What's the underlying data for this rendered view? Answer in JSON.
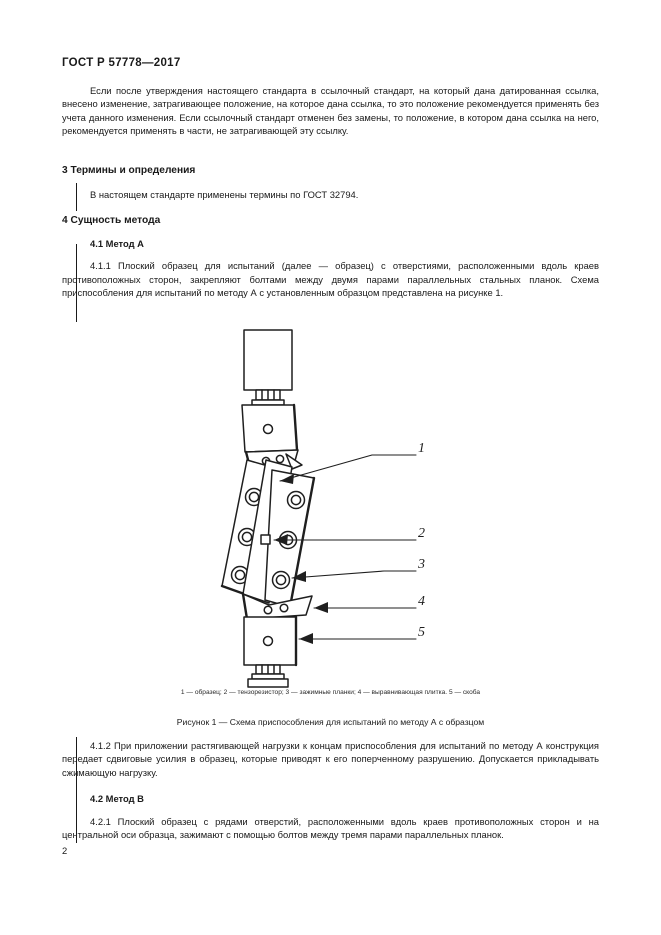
{
  "document": {
    "standard_header": "ГОСТ Р 57778—2017",
    "page_number": "2"
  },
  "intro_paragraph": "Если после утверждения настоящего стандарта в ссылочный стандарт, на который дана датированная ссылка, внесено изменение, затрагивающее положение, на которое дана ссылка, то это положение рекомендуется приме­нять без учета данного изменения. Если ссылочный стандарт отменен без замены, то положение, в котором дана ссылка на него, рекомендуется применять в части, не затрагивающей эту ссылку.",
  "section_3": {
    "heading": "3 Термины и определения",
    "paragraph": "В настоящем стандарте применены термины по ГОСТ 32794."
  },
  "section_4": {
    "heading": "4 Сущность метода",
    "method_a": {
      "heading": "4.1 Метод А",
      "clause_411": "4.1.1 Плоский образец для испытаний (далее — образец) с отверстиями, расположенными вдоль краев противоположных сторон, закрепляют болтами между двумя парами параллельных стальных планок. Схема приспособления для испытаний по методу А с установленным образцом представлена на рисунке 1.",
      "clause_412": "4.1.2 При приложении растягивающей нагрузки к концам приспособления для испытаний по ме­тоду А конструкция передает сдвиговые усилия в образец, которые приводят к его поперченному раз­рушению. Допускается прикладывать сжимающую нагрузку."
    },
    "method_b": {
      "heading": "4.2 Метод В",
      "clause_421": "4.2.1 Плоский образец с рядами отверстий, расположенными вдоль краев противоположных сторон и на центральной оси образца, зажимают с помощью болтов между тремя парами параллельных планок."
    }
  },
  "figure_1": {
    "legend": "1 — образец; 2 — тензорезистор; 3 — зажимные планки; 4 — выравнивающая плитка. 5 — скоба",
    "caption": "Рисунок 1 — Схема приспособления для испытаний по методу А с образцом",
    "callouts": [
      {
        "number": "1",
        "target": "образец"
      },
      {
        "number": "2",
        "target": "тензорезистор"
      },
      {
        "number": "3",
        "target": "зажимные планки"
      },
      {
        "number": "4",
        "target": "выравнивающая плитка"
      },
      {
        "number": "5",
        "target": "скоба"
      }
    ]
  },
  "colors": {
    "ink": "#1a1a1a",
    "paper": "#ffffff",
    "line": "#222222"
  }
}
